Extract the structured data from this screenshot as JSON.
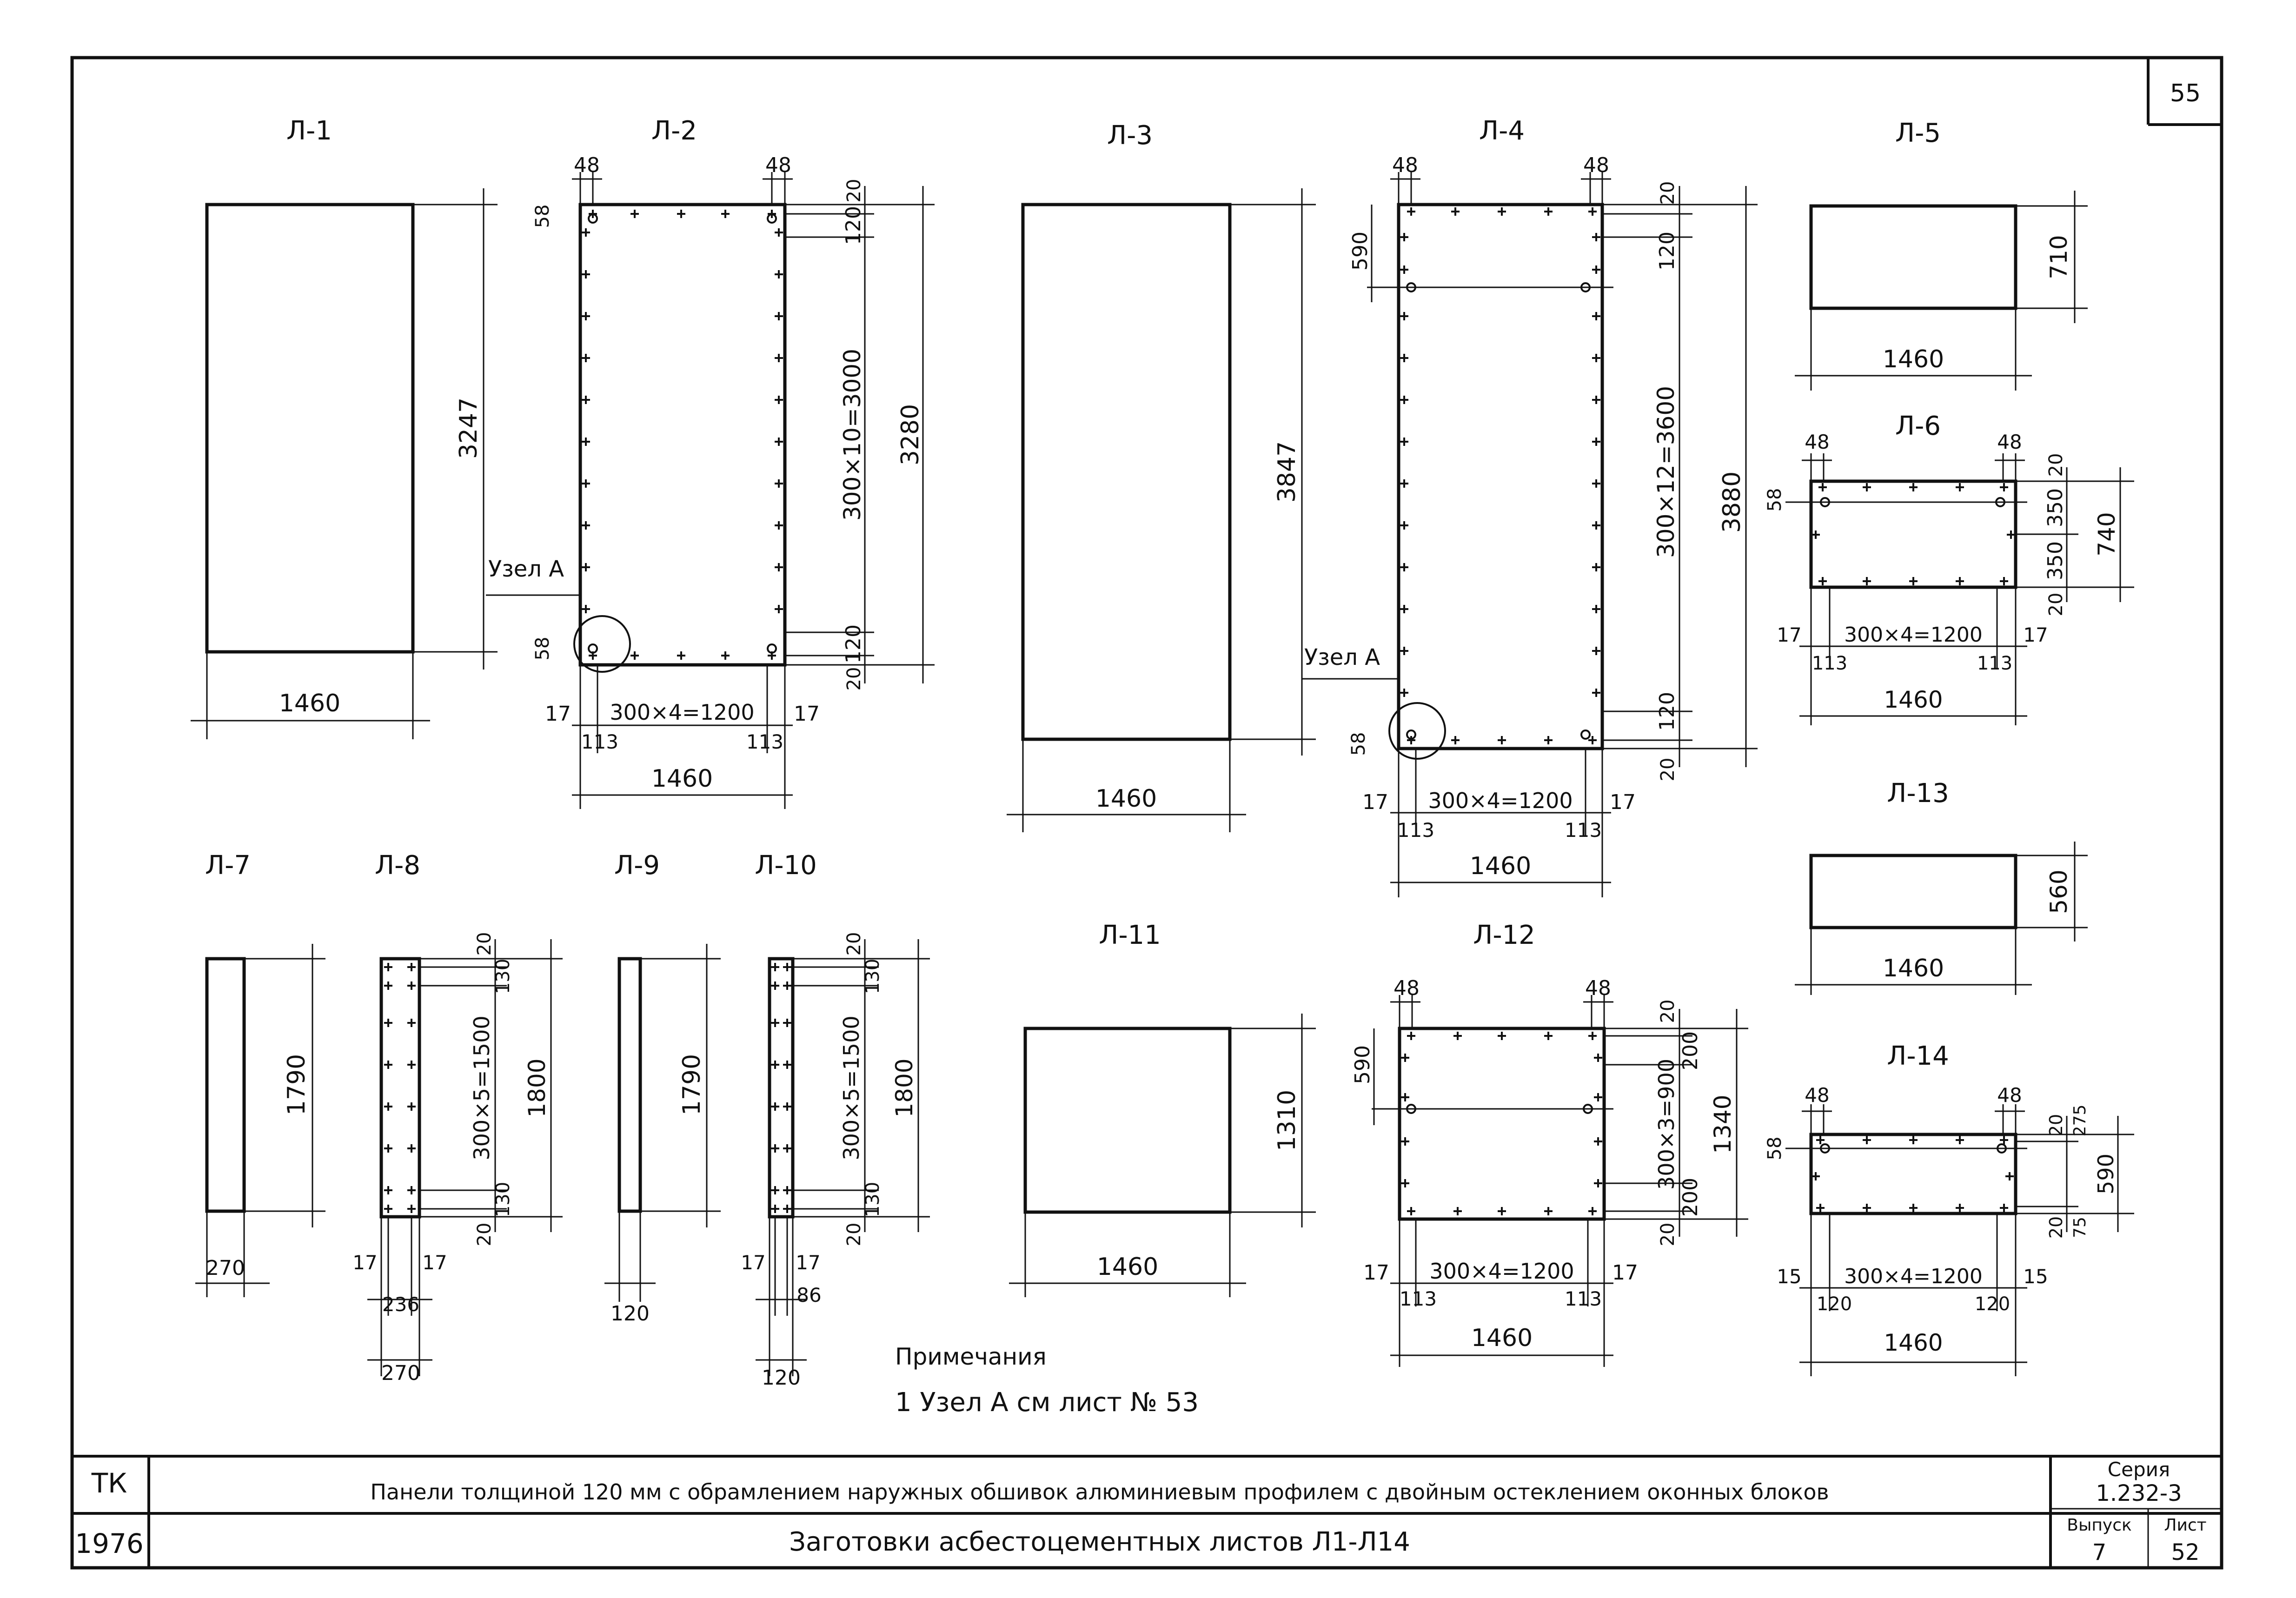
{
  "page_number": "55",
  "panels": {
    "l1": {
      "title": "Л-1",
      "width": "1460",
      "height": "3247"
    },
    "l2": {
      "title": "Л-2",
      "edge_left": "48",
      "edge_right": "48",
      "top_gap": "58",
      "bottom_gap": "58",
      "top_margin": "20",
      "bottom_margin": "20",
      "end_top": "120",
      "end_bottom": "120",
      "inner_height": "300×10=3000",
      "height": "3280",
      "node": "Узел А",
      "side_left": "17",
      "side_right": "17",
      "pitch_width": "300×4=1200",
      "inset_left": "113",
      "inset_right": "113",
      "width": "1460"
    },
    "l3": {
      "title": "Л-3",
      "width": "1460",
      "height": "3847"
    },
    "l4": {
      "title": "Л-4",
      "edge_left": "48",
      "edge_right": "48",
      "top_gap": "590",
      "bottom_gap": "58",
      "top_margin": "20",
      "bottom_margin": "20",
      "end_top": "120",
      "end_bottom": "120",
      "inner_height": "300×12=3600",
      "height": "3880",
      "node": "Узел А",
      "side_left": "17",
      "side_right": "17",
      "pitch_width": "300×4=1200",
      "inset_left": "113",
      "inset_right": "113",
      "width": "1460"
    },
    "l5": {
      "title": "Л-5",
      "width": "1460",
      "height": "710"
    },
    "l6": {
      "title": "Л-6",
      "edge_left": "48",
      "edge_right": "48",
      "top_gap": "58",
      "top_margin": "20",
      "bottom_margin": "20",
      "half_top": "350",
      "half_bottom": "350",
      "height": "740",
      "side_left": "17",
      "side_right": "17",
      "pitch_width": "300×4=1200",
      "inset_left": "113",
      "inset_right": "113",
      "width": "1460"
    },
    "l7": {
      "title": "Л-7",
      "width": "270",
      "height": "1790"
    },
    "l8": {
      "title": "Л-8",
      "top_margin": "20",
      "bottom_margin": "20",
      "end_top": "130",
      "end_bottom": "130",
      "inner_height": "300×5=1500",
      "height": "1800",
      "side_left": "17",
      "side_right": "17",
      "inner_width": "236",
      "width": "270"
    },
    "l9": {
      "title": "Л-9",
      "width": "120",
      "height": "1790"
    },
    "l10": {
      "title": "Л-10",
      "top_margin": "20",
      "bottom_margin": "20",
      "end_top": "130",
      "end_bottom": "130",
      "inner_height": "300×5=1500",
      "height": "1800",
      "side_left": "17",
      "side_right": "17",
      "inner_width": "86",
      "width": "120"
    },
    "l11": {
      "title": "Л-11",
      "width": "1460",
      "height": "1310"
    },
    "l12": {
      "title": "Л-12",
      "edge_left": "48",
      "edge_right": "48",
      "top_gap": "590",
      "top_margin": "20",
      "bottom_margin": "20",
      "end_top": "200",
      "end_bottom": "200",
      "inner_height": "300×3=900",
      "height": "1340",
      "side_left": "17",
      "side_right": "17",
      "pitch_width": "300×4=1200",
      "inset_left": "113",
      "inset_right": "113",
      "width": "1460"
    },
    "l13": {
      "title": "Л-13",
      "width": "1460",
      "height": "560"
    },
    "l14": {
      "title": "Л-14",
      "edge_left": "48",
      "edge_right": "48",
      "top_gap": "58",
      "top_margin": "20",
      "bottom_margin": "20",
      "end_top": "275",
      "end_bottom": "75",
      "inner_height": "590",
      "side_left": "15",
      "side_right": "15",
      "pitch_width": "300×4=1200",
      "inset_left": "120",
      "inset_right": "120",
      "width": "1460"
    }
  },
  "notes": {
    "heading": "Примечания",
    "item": "1 Узел А см лист № 53"
  },
  "title_block": {
    "tk": "ТК",
    "year": "1976",
    "title_main": "Панели толщиной 120 мм с обрамлением наружных обшивок алюминиевым профилем с двойным остеклением оконных блоков",
    "title_sub": "Заготовки асбестоцементных листов Л1-Л14",
    "series_label": "Серия",
    "series_value": "1.232-3",
    "issue_label": "Выпуск",
    "issue_value": "7",
    "sheet_label": "Лист",
    "sheet_value": "52"
  }
}
